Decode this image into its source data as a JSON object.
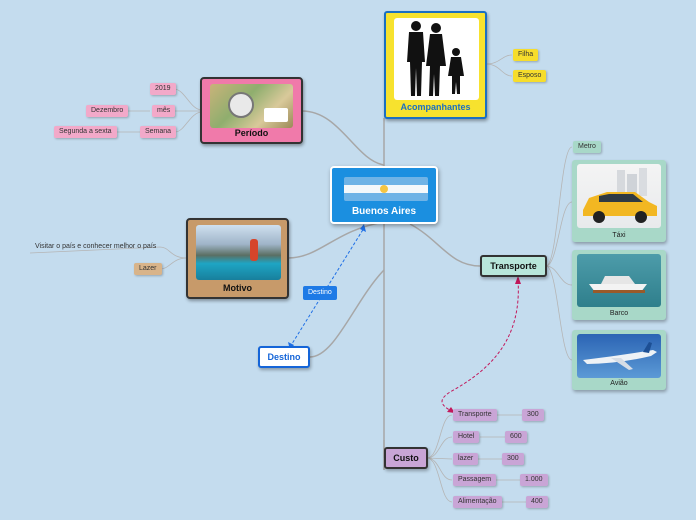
{
  "central": {
    "title": "Buenos Aires"
  },
  "periodo": {
    "title": "Período",
    "items": [
      {
        "label": "2019"
      },
      {
        "label": "mês",
        "child": "Dezembro"
      },
      {
        "label": "Semana",
        "child": "Segunda a sexta"
      }
    ]
  },
  "motivo": {
    "title": "Motivo",
    "items": [
      {
        "label": "Visitar o país e conhecer melhor o país"
      },
      {
        "label": "Lazer"
      }
    ]
  },
  "acompanhantes": {
    "title": "Acompanhantes",
    "items": [
      {
        "label": "Filha"
      },
      {
        "label": "Esposo"
      }
    ]
  },
  "transporte": {
    "title": "Transporte",
    "items": [
      {
        "label": "Metro"
      },
      {
        "label": "Táxi"
      },
      {
        "label": "Barco"
      },
      {
        "label": "Avião"
      }
    ]
  },
  "destino": {
    "title": "Destino",
    "link_label": "Destino"
  },
  "custo": {
    "title": "Custo",
    "items": [
      {
        "label": "Transporte",
        "value": "300"
      },
      {
        "label": "Hotel",
        "value": "600"
      },
      {
        "label": "lazer",
        "value": "300"
      },
      {
        "label": "Passagem",
        "value": "1.000"
      },
      {
        "label": "Alimentação",
        "value": "400"
      }
    ]
  },
  "colors": {
    "background": "#c4dcee",
    "central": "#1b8fe0",
    "periodo": "#f07aaa",
    "acompanhantes": "#f7e22e",
    "motivo": "#c79a6a",
    "transporte": "#b8e6da",
    "custo": "#c9a5d6",
    "destino_link": "#1565d8"
  }
}
